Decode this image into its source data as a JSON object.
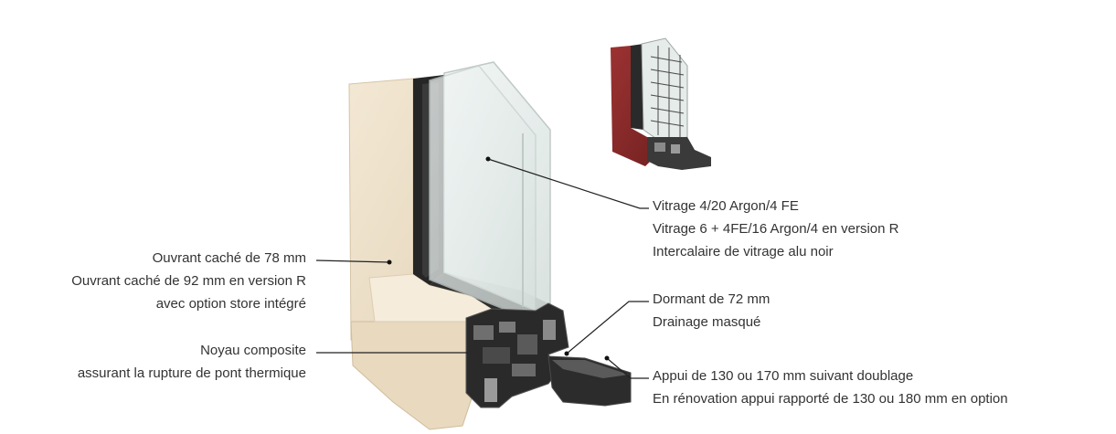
{
  "labels": {
    "ouvrant": [
      "Ouvrant caché de 78 mm",
      "Ouvrant caché de 92 mm en version R",
      "avec option store intégré"
    ],
    "noyau": [
      "Noyau composite",
      "assurant la rupture de pont thermique"
    ],
    "vitrage": [
      "Vitrage 4/20 Argon/4 FE",
      "Vitrage 6 + 4FE/16 Argon/4 en version R",
      "Intercalaire de vitrage alu noir"
    ],
    "dormant": [
      "Dormant de 72 mm",
      "Drainage masqué"
    ],
    "appui": [
      "Appui de 130 ou 170 mm suivant doublage",
      "En rénovation appui rapporté de 130 ou 180 mm en option"
    ]
  },
  "colors": {
    "frame_cream": "#efe2cc",
    "frame_cream_shadow": "#d9c9ad",
    "profile_dark": "#2b2b2b",
    "glass": "#e8efee",
    "inset_red": "#8e2a2a"
  }
}
